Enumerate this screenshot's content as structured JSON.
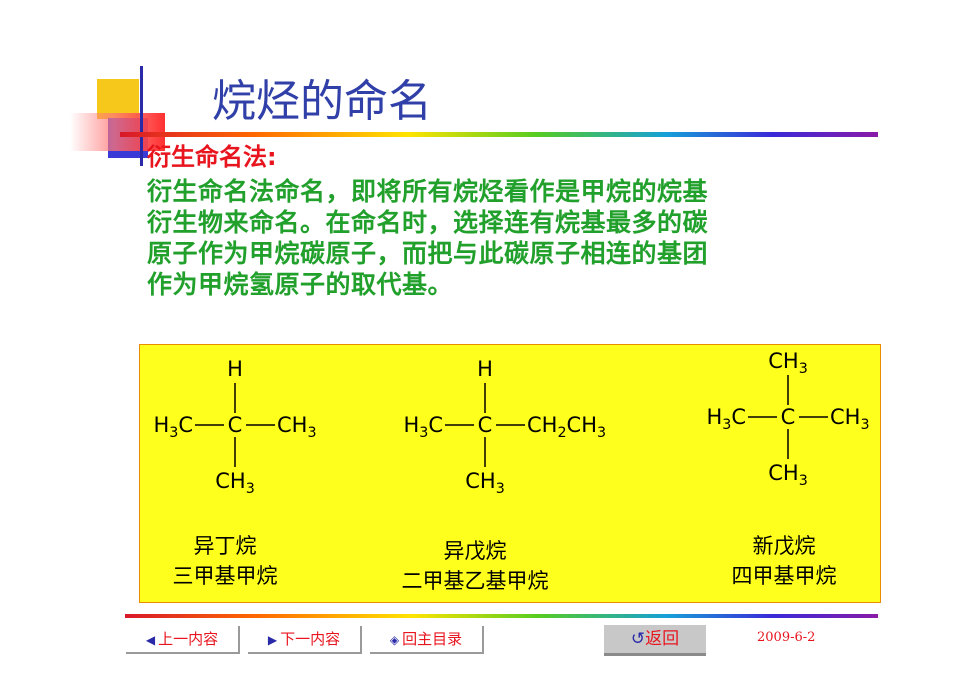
{
  "title": "烷烃的命名",
  "subtitle": "衍生命名法:",
  "body_lines": [
    "衍生命名法命名，即将所有烷烃看作是甲烷的烷基",
    "衍生物来命名。在命名时，选择连有烷基最多的碳",
    "原子作为甲烷碳原子，而把与此碳原子相连的基团",
    "作为甲烷氢原子的取代基。"
  ],
  "molecules": [
    {
      "top": "H",
      "left": "H3C",
      "center": "C",
      "right": "CH3",
      "bottom": "CH3",
      "common_name": "异丁烷",
      "derived_name": "三甲基甲烷"
    },
    {
      "top": "H",
      "left": "H3C",
      "center": "C",
      "right": "CH2CH3",
      "bottom": "CH3",
      "common_name": "异戊烷",
      "derived_name": "二甲基乙基甲烷"
    },
    {
      "top": "CH3",
      "left": "H3C",
      "center": "C",
      "right": "CH3",
      "bottom": "CH3",
      "common_name": "新戊烷",
      "derived_name": "四甲基甲烷"
    }
  ],
  "footer": {
    "prev": "上一内容",
    "next": "下一内容",
    "home": "回主目录",
    "back": "返回",
    "date": "2009-6-2"
  },
  "colors": {
    "title": "#3040a8",
    "subtitle": "#e8141e",
    "body": "#22a02c",
    "panel": "#ffff1e"
  }
}
